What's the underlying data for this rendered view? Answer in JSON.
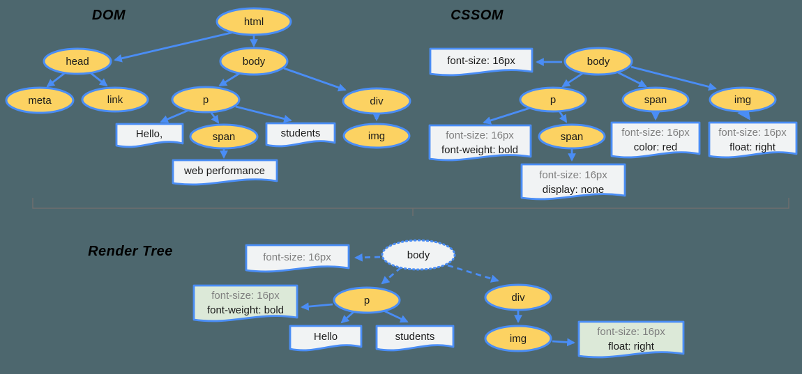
{
  "colors": {
    "background": "#4D676E",
    "node_fill": "#FCD262",
    "edge_blue": "#4A8DF5",
    "box_fill": "#F1F3F4",
    "green_fill": "#DCE9D8",
    "inherited_text": "#7F7F7F",
    "label_text": "#1B1B1B",
    "divider": "#6F6F6F"
  },
  "dom_tree": {
    "title": "DOM",
    "nodes": {
      "html": "html",
      "head": "head",
      "body": "body",
      "meta": "meta",
      "link": "link",
      "p": "p",
      "div": "div",
      "span": "span",
      "img": "img"
    },
    "text_nodes": {
      "hello": "Hello,",
      "students": "students",
      "web_performance": "web performance"
    }
  },
  "cssom_tree": {
    "title": "CSSOM",
    "nodes": {
      "body": "body",
      "p": "p",
      "span": "span",
      "img": "img",
      "span_in_p": "span"
    },
    "rules": {
      "body": {
        "line1": "font-size: 16px"
      },
      "p": {
        "line1": "font-size: 16px",
        "line2": "font-weight: bold"
      },
      "span_in_p": {
        "line1": "font-size: 16px",
        "line2": "display: none"
      },
      "span": {
        "line1": "font-size: 16px",
        "line2": "color: red"
      },
      "img": {
        "line1": "font-size: 16px",
        "line2": "float: right"
      }
    }
  },
  "render_tree": {
    "title": "Render Tree",
    "nodes": {
      "body": "body",
      "p": "p",
      "div": "div",
      "img": "img"
    },
    "text_nodes": {
      "hello": "Hello",
      "students": "students"
    },
    "rules": {
      "body": {
        "line1": "font-size: 16px"
      },
      "p": {
        "line1": "font-size: 16px",
        "line2": "font-weight: bold"
      },
      "img": {
        "line1": "font-size: 16px",
        "line2": "float: right"
      }
    }
  }
}
